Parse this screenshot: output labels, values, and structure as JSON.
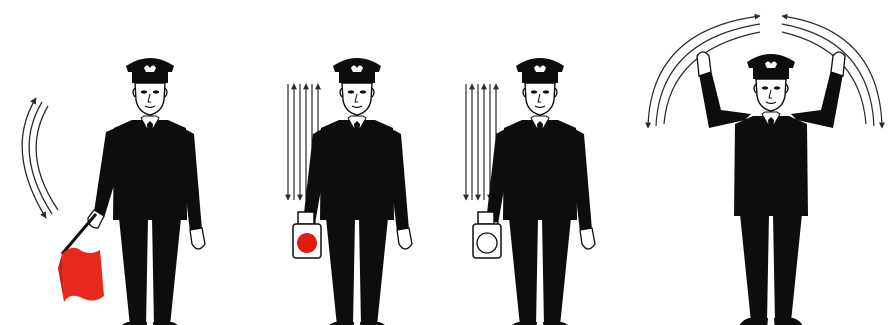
{
  "colors": {
    "background": "#ffffff",
    "uniform": "#0d0d0d",
    "skin": "#ffffff",
    "flag": "#e8281c",
    "lamp_red": "#e21b12",
    "lamp_white": "#ffffff",
    "arrow": "#2a2a2a"
  },
  "figures": [
    {
      "signal": "red-flag-waved",
      "prop": "flag",
      "motion": "arc-swing"
    },
    {
      "signal": "red-lamp-raised-lowered",
      "prop": "lamp",
      "lamp_color": "red",
      "motion": "vertical"
    },
    {
      "signal": "white-lamp-raised-lowered",
      "prop": "lamp",
      "lamp_color": "white",
      "motion": "vertical"
    },
    {
      "signal": "both-arms-raised",
      "prop": "none",
      "motion": "overhead-arcs"
    }
  ],
  "icons": [
    "conductor-figure",
    "flag-icon",
    "signal-lamp-icon",
    "motion-arrow-icon"
  ]
}
